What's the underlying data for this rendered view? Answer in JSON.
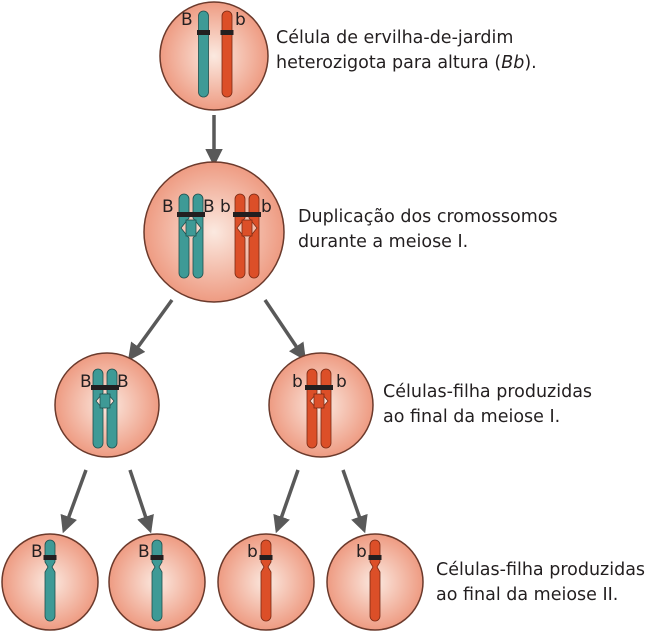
{
  "colors": {
    "cell_center": "#fbe9e0",
    "cell_edge": "#ee9b82",
    "cell_outline": "#6b3a2c",
    "dominant_chromosome": "#3e9a96",
    "recessive_chromosome": "#dc4f28",
    "band": "#231f20",
    "arrow": "#595959",
    "text": "#231f20"
  },
  "captions": {
    "stage1": {
      "line1": "Célula de ervilha-de-jardim",
      "line2_prefix": "heterozigota para altura (",
      "line2_italic": "Bb",
      "line2_suffix": ")."
    },
    "stage2": {
      "line1": "Duplicação dos cromossomos",
      "line2": "durante a meiose I."
    },
    "stage3": {
      "line1": "Células-filha produzidas",
      "line2": "ao final da meiose I."
    },
    "stage4": {
      "line1": "Células-filha produzidas",
      "line2": "ao final da meiose II."
    }
  },
  "alleles": {
    "dominant": "B",
    "recessive": "b"
  }
}
